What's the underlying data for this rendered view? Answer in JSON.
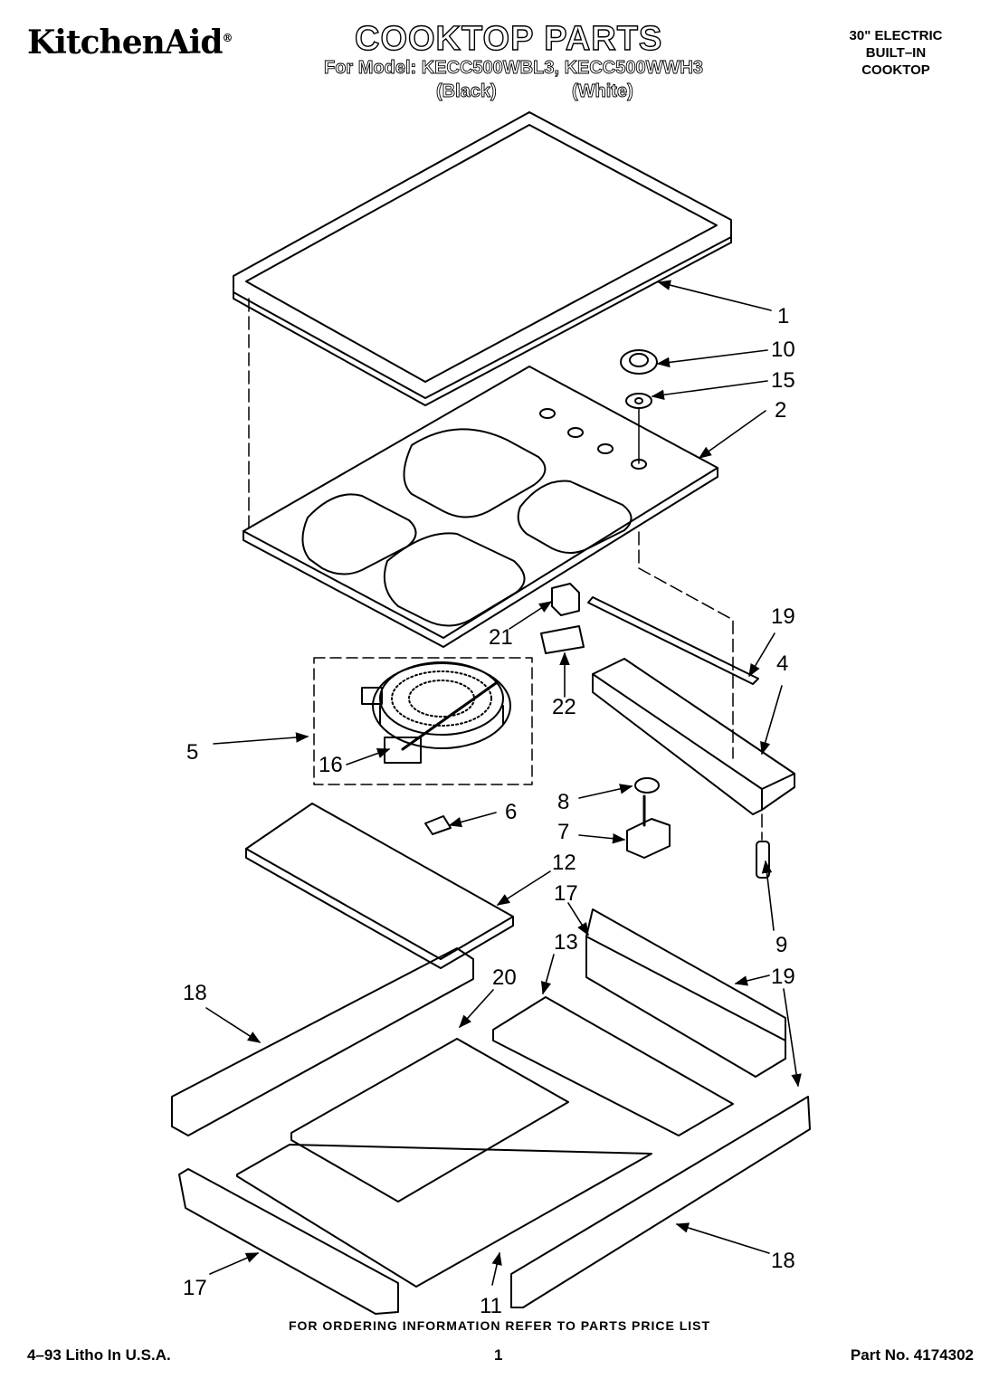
{
  "header": {
    "brand": "KitchenAid",
    "brand_mark": "®",
    "title": "COOKTOP PARTS",
    "model_line": "For Model: KECC500WBL3, KECC500WWH3",
    "variant_black": "(Black)",
    "variant_white": "(White)",
    "product": [
      "30\" ELECTRIC",
      "BUILT–IN",
      "COOKTOP"
    ]
  },
  "callouts": [
    "1",
    "10",
    "15",
    "2",
    "19",
    "21",
    "22",
    "4",
    "5",
    "16",
    "8",
    "7",
    "6",
    "12",
    "17",
    "9",
    "13",
    "19",
    "18",
    "20",
    "17",
    "11",
    "18"
  ],
  "footer": {
    "ordering_note": "FOR ORDERING INFORMATION REFER TO PARTS PRICE LIST",
    "litho": "4–93 Litho In U.S.A.",
    "page": "1",
    "part_no": "Part No. 4174302"
  }
}
